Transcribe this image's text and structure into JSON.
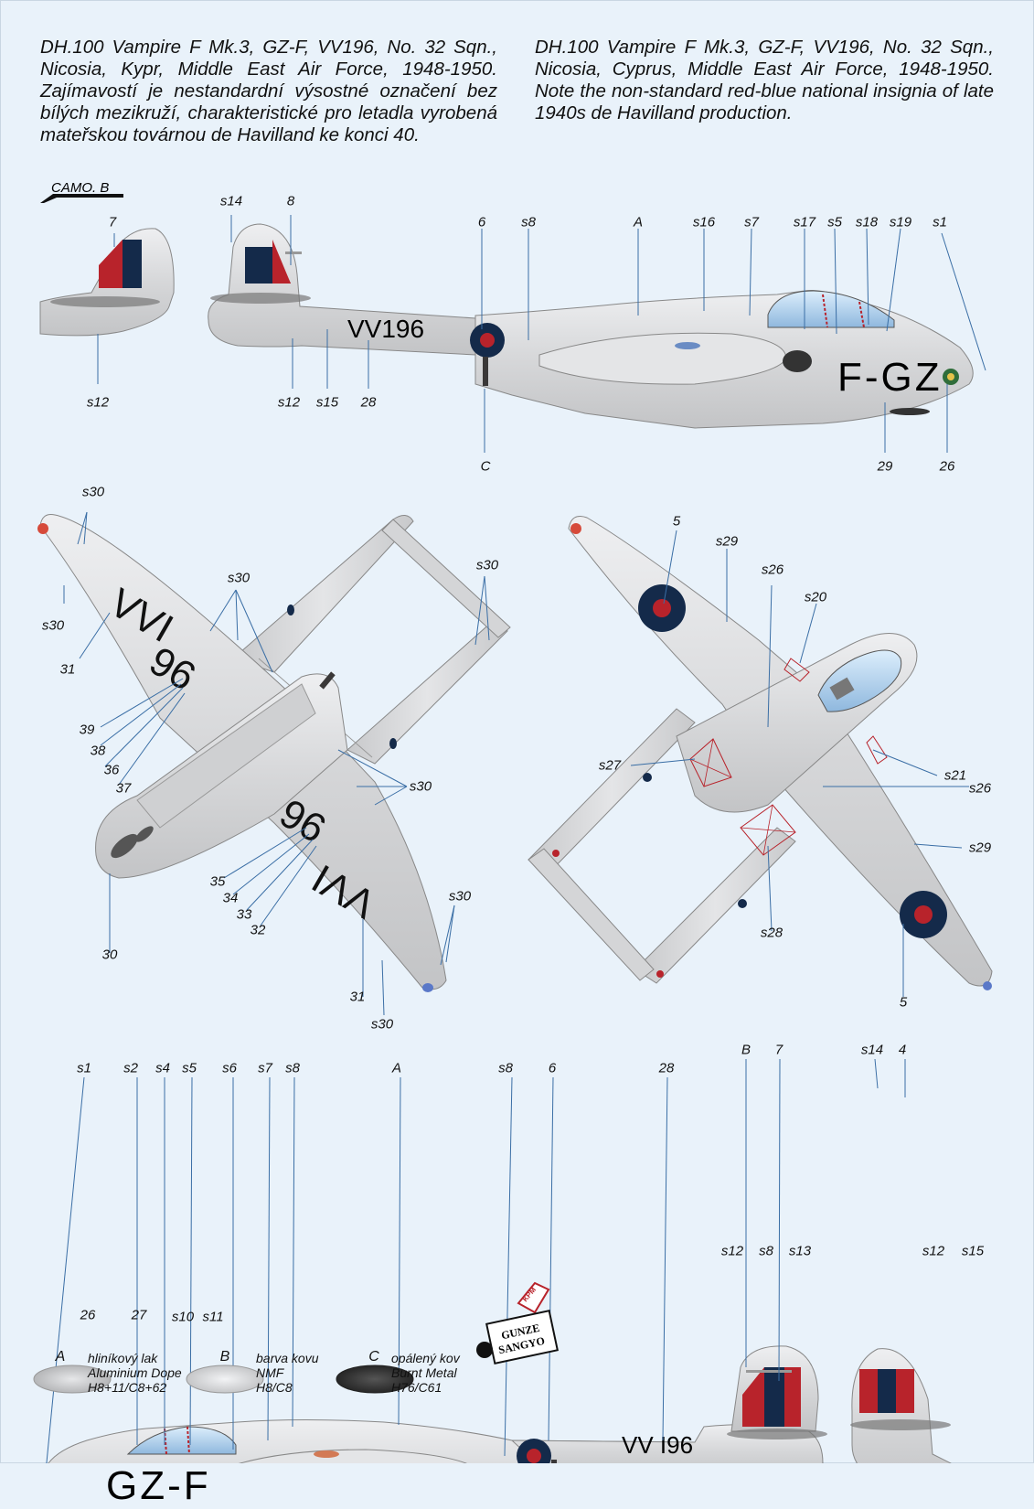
{
  "description_cz": "DH.100 Vampire F Mk.3, GZ-F, VV196, No. 32 Sqn., Nicosia, Kypr, Middle East Air Force, 1948-1950. Zajímavostí je nestandardní výsostné označení bez bílých mezikruží, charakteristické pro letadla vyrobená mateřskou továrnou de Havilland ke konci 40.",
  "description_en": "DH.100 Vampire F Mk.3, GZ-F, VV196, No. 32 Sqn., Nicosia, Cyprus, Middle East Air Force, 1948-1950. Note the non-standard red-blue national insignia of late 1940s de Havilland production.",
  "camo_label": "CAMO. B",
  "markings": {
    "serial": "VV196",
    "serial_right": "VV I96",
    "code_left_view": "F-GZ",
    "code_right_view": "GZ-F",
    "under_serial_a": "VVI",
    "under_serial_b": "96"
  },
  "colors": {
    "aluminium": "#d8d9db",
    "roundel_blue": "#142a4a",
    "roundel_red": "#b8232b",
    "burnt_metal": "#3a3838",
    "background": "#e9f2fa"
  },
  "labels": {
    "top_tail_a": [
      "7",
      "s12"
    ],
    "top_tail_b": [
      "s14",
      "8",
      "s12",
      "s15",
      "28"
    ],
    "top_fus": [
      "6",
      "s8",
      "A",
      "s16",
      "s7",
      "s17",
      "s5",
      "s18",
      "s19",
      "s1",
      "C",
      "29",
      "26"
    ],
    "under": [
      "s30",
      "s30",
      "s30",
      "s30",
      "31",
      "39",
      "38",
      "36",
      "37",
      "s30",
      "35",
      "34",
      "33",
      "32",
      "30",
      "31",
      "s30",
      "s30"
    ],
    "upper": [
      "5",
      "s29",
      "s26",
      "s20",
      "s27",
      "s21",
      "s26",
      "s29",
      "s28",
      "5"
    ],
    "bot_fus": [
      "s1",
      "s2",
      "s4",
      "s5",
      "s6",
      "s7",
      "s8",
      "A",
      "s8",
      "6",
      "28",
      "26",
      "27",
      "s10",
      "s11",
      "s12",
      "s8",
      "s13"
    ],
    "bot_tail_a": [
      "B",
      "7"
    ],
    "bot_tail_b": [
      "s14",
      "4",
      "s12",
      "s15"
    ]
  },
  "legend": [
    {
      "letter": "A",
      "cz": "hliníkový lak",
      "en": "Aluminium Dope",
      "code": "H8+11/C8+62",
      "color": "#cfd0d2"
    },
    {
      "letter": "B",
      "cz": "barva kovu",
      "en": "NMF",
      "code": "H8/C8",
      "color": "#e2e3e5"
    },
    {
      "letter": "C",
      "cz": "opálený kov",
      "en": "Burnt Metal",
      "code": "H76/C61",
      "color": "#3a3838"
    }
  ],
  "brand": {
    "kpm": "KPM",
    "gunze": "GUNZE",
    "sangyo": "SANGYO"
  }
}
